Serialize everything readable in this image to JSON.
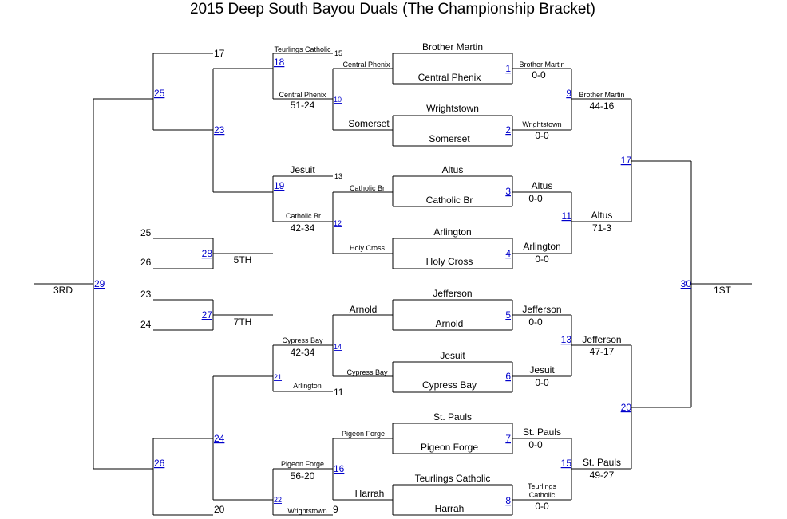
{
  "title": "2015 Deep South Bayou Duals (The Championship Bracket)",
  "places": {
    "first": "1ST",
    "third": "3RD",
    "fifth": "5TH",
    "seventh": "7TH"
  },
  "match_numbers": {
    "m1": "1",
    "m2": "2",
    "m3": "3",
    "m4": "4",
    "m5": "5",
    "m6": "6",
    "m7": "7",
    "m8": "8",
    "m9": "9",
    "m10": "10",
    "m11": "11",
    "m12": "12",
    "m13": "13",
    "m14": "14",
    "m15": "15",
    "m16": "16",
    "m17": "17",
    "m18": "18",
    "m19": "19",
    "m20": "20",
    "m21": "21",
    "m22": "22",
    "m23": "23",
    "m24": "24",
    "m25": "25",
    "m26": "26",
    "m27": "27",
    "m28": "28",
    "m29": "29",
    "m30": "30"
  },
  "round1": {
    "m1": {
      "top": "Brother Martin",
      "bottom": "Central Phenix"
    },
    "m2": {
      "top": "Wrightstown",
      "bottom": "Somerset"
    },
    "m3": {
      "top": "Altus",
      "bottom": "Catholic Br"
    },
    "m4": {
      "top": "Arlington",
      "bottom": "Holy Cross"
    },
    "m5": {
      "top": "Jefferson",
      "bottom": "Arnold"
    },
    "m6": {
      "top": "Jesuit",
      "bottom": "Cypress Bay"
    },
    "m7": {
      "top": "St. Pauls",
      "bottom": "Pigeon Forge"
    },
    "m8": {
      "top": "Teurlings Catholic",
      "bottom": "Harrah"
    }
  },
  "winners_r2": {
    "w1": {
      "name": "Brother Martin",
      "score": "0-0"
    },
    "w2": {
      "name": "Wrightstown",
      "score": "0-0"
    },
    "w3": {
      "name": "Altus",
      "score": "0-0"
    },
    "w4": {
      "name": "Arlington",
      "score": "0-0"
    },
    "w5": {
      "name": "Jefferson",
      "score": "0-0"
    },
    "w6": {
      "name": "Jesuit",
      "score": "0-0"
    },
    "w7": {
      "name": "St. Pauls",
      "score": "0-0"
    },
    "w8": {
      "name": "Teurlings Catholic",
      "score": "0-0"
    }
  },
  "winners_r3": {
    "w9": {
      "name": "Brother Martin",
      "score": "44-16"
    },
    "w11": {
      "name": "Altus",
      "score": "71-3"
    },
    "w13": {
      "name": "Jefferson",
      "score": "47-17"
    },
    "w15": {
      "name": "St. Pauls",
      "score": "49-27"
    }
  },
  "consolation_left": {
    "l1": "Central Phenix",
    "l2": "Somerset",
    "l3": "Catholic Br",
    "l4": "Holy Cross",
    "l5": "Arnold",
    "l6": "Cypress Bay",
    "l7": "Pigeon Forge",
    "l8": "Harrah"
  },
  "consolation_r2": {
    "w10": {
      "name": "Central Phenix",
      "score": "51-24"
    },
    "w12": {
      "name": "Catholic Br",
      "score": "42-34"
    },
    "w14": {
      "name": "Cypress Bay",
      "score": "42-34"
    },
    "w16": {
      "name": "Pigeon Forge",
      "score": "56-20"
    }
  },
  "consolation_r3": {
    "m18_top": {
      "name": "Teurlings Catholic",
      "from": "15"
    },
    "m18_bottom": "Central Phenix",
    "m18_score": "51-24",
    "m19_top": {
      "name": "Jesuit",
      "from": "13"
    },
    "m19_bottom": "Catholic Br",
    "m19_score": "42-34",
    "m21_top": "Cypress Bay",
    "m21_top_score": "42-34",
    "m21_bottom": {
      "name": "Arlington",
      "from": "11"
    },
    "m22_top": "Pigeon Forge",
    "m22_top_score": "56-20",
    "m22_bottom": {
      "name": "Wrightstown",
      "from": "9"
    }
  },
  "feeders": {
    "f17": "17",
    "f20": "20",
    "f25": "25",
    "f26": "26",
    "f23": "23",
    "f24": "24"
  }
}
